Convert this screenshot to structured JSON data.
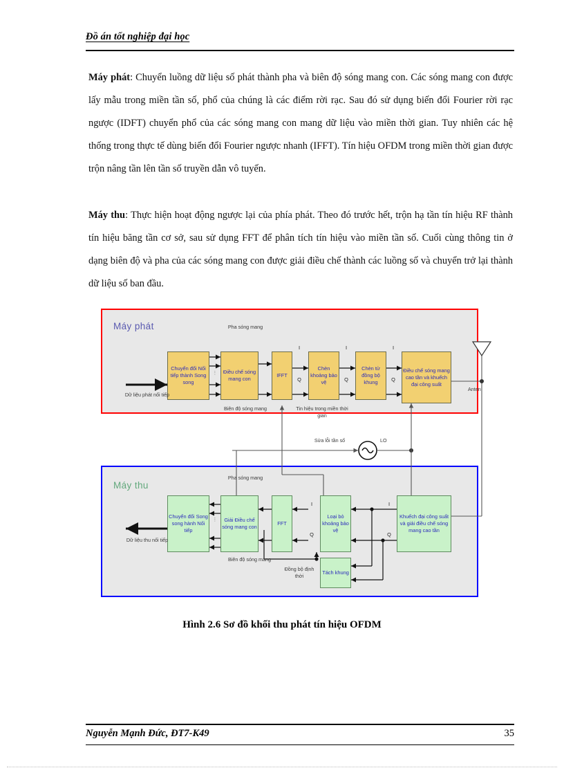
{
  "header": {
    "title": "Đồ án tốt nghiệp đại học"
  },
  "body": {
    "paragraph1_lead": "Máy phát",
    "paragraph1": ": Chuyển luồng dữ liệu số phát thành pha và biên độ sóng mang con. Các sóng mang con được lấy mẫu trong miền tần số, phổ của chúng là các điểm rời rạc. Sau đó sử dụng biến đổi Fourier rời rạc ngược (IDFT) chuyển phổ của các sóng mang con mang dữ liệu vào miền thời gian. Tuy nhiên các hệ thống trong thực tế dùng biến đổi Fourier ngược nhanh (IFFT). Tín hiệu OFDM trong miền thời gian được trộn nâng tần lên tần số truyền dẫn vô tuyến.",
    "paragraph2_lead": "Máy thu",
    "paragraph2": ": Thực hiện hoạt động ngược lại của phía phát. Theo đó trước hết, trộn hạ tần tín hiệu RF thành tín hiệu băng tần cơ sở, sau sử dụng FFT để phân tích tín hiệu vào miền tần số. Cuối cùng thông tin ở dạng biên độ và pha của các sóng mang con được giải điều chế thành các luồng số và chuyển trở lại thành dữ liệu số ban đầu."
  },
  "figure": {
    "caption": "Hình 2.6 Sơ đồ khối thu phát tín hiệu OFDM",
    "transmitter": {
      "title": "Máy phát",
      "border_color": "#ff0000",
      "block_fill": "#f2d071",
      "blocks": [
        {
          "id": "serial-to-parallel",
          "label": "Chuyển đổi Nối tiếp thành Song song"
        },
        {
          "id": "subcarrier-modulation",
          "label": "Điều chế sóng mang con"
        },
        {
          "id": "ifft",
          "label": "IFFT"
        },
        {
          "id": "guard-interval-insert",
          "label": "Chèn khoảng bảo vệ"
        },
        {
          "id": "frame-sync-insert",
          "label": "Chèn tử đồng bộ khung"
        },
        {
          "id": "rf-modulation-pa",
          "label": "Điều chế sóng mang cao tần và khuếch đại công suất"
        }
      ],
      "labels": {
        "input": "Dữ liệu phát nối tiếp",
        "carrier_phase": "Pha sóng mang",
        "carrier_amplitude": "Biên độ sóng mang",
        "time_domain_signal": "Tin hiệu trong miền thời gian",
        "antenna": "Anten"
      }
    },
    "receiver": {
      "title": "Máy thu",
      "border_color": "#0000ff",
      "block_fill": "#c9f2c9",
      "blocks": [
        {
          "id": "parallel-to-serial",
          "label": "Chuyển đổi Song song hành Nối tiếp"
        },
        {
          "id": "subcarrier-demodulation",
          "label": "Giải Điều chế sóng mang con"
        },
        {
          "id": "fft",
          "label": "FFT"
        },
        {
          "id": "guard-interval-remove",
          "label": "Loại bỏ khoảng bảo vệ"
        },
        {
          "id": "frame-detect",
          "label": "Tách khung"
        },
        {
          "id": "lna-rf-demod",
          "label": "Khuếch đại công suất và giải điều chế sóng mang cao tần"
        }
      ],
      "labels": {
        "output": "Dữ liệu thu nối tiếp",
        "carrier_phase": "Pha sóng mang",
        "carrier_amplitude": "Biên độ sóng mang",
        "timing_sync": "Đồng bộ định thời"
      }
    },
    "common": {
      "freq_error_correction": "Sửa lỗi tần số",
      "lo": "LO",
      "i": "I",
      "q": "Q",
      "ellipsis": "⋮"
    }
  },
  "footer": {
    "author": "Nguyễn Mạnh Đức, ĐT7-K49",
    "page_number": "35"
  }
}
